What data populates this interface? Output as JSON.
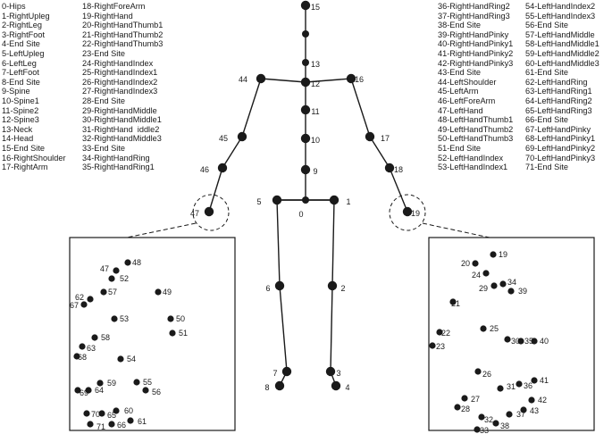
{
  "legend": {
    "col1": [
      "0-Hips",
      "1-RightUpleg",
      "2-RightLeg",
      "3-RightFoot",
      "4-End Site",
      "5-LeftUpleg",
      "6-LeftLeg",
      "7-LeftFoot",
      "8-End Site",
      "9-Spine",
      "10-Spine1",
      "11-Spine2",
      "12-Spine3",
      "13-Neck",
      "14-Head",
      "15-End Site",
      "16-RightShoulder",
      "17-RightArm"
    ],
    "col2": [
      "18-RightForeArm",
      "19-RightHand",
      "20-RightHandThumb1",
      "21-RightHandThumb2",
      "22-RightHandThumb3",
      "23-End Site",
      "24-RightHandIndex",
      "25-RightHandIndex1",
      "26-RightHandIndex2",
      "27-RightHandIndex3",
      "28-End Site",
      "29-RightHandMiddle",
      "30-RightHandMiddle1",
      "31-RightHand  iddle2",
      "32-RightHandMiddle3",
      "33-End Site",
      "34-RightHandRing",
      "35-RightHandRing1"
    ],
    "col3": [
      "36-RightHandRing2",
      "37-RightHandRing3",
      "38-End Site",
      "39-RightHandPinky",
      "40-RightHandPinky1",
      "41-RightHandPinky2",
      "42-RightHandPinky3",
      "43-End Site",
      "44-LeftShoulder",
      "45-LeftArm",
      "46-LeftForeArm",
      "47-LeftHand",
      "48-LeftHandThumb1",
      "49-LeftHandThumb2",
      "50-LeftHandThumb3",
      "51-End Site",
      "52-LeftHandIndex",
      "53-LeftHandIndex1"
    ],
    "col4": [
      "54-LeftHandIndex2",
      "55-LeftHandIndex3",
      "56-End Site",
      "57-LeftHandMiddle",
      "58-LeftHandMiddle1",
      "59-LeftHandMiddle2",
      "60-LeftHandMiddle3",
      "61-End Site",
      "62-LeftHandRing",
      "63-LeftHandRing1",
      "64-LeftHandRing2",
      "65-LeftHandRing3",
      "66-End Site",
      "67-LeftHandPinky",
      "68-LeftHandPinky1",
      "69-LeftHandPinky2",
      "70-LeftHandPinky3",
      "71-End Site"
    ]
  },
  "body_joints": [
    "0",
    "1",
    "2",
    "3",
    "4",
    "5",
    "6",
    "7",
    "8",
    "9",
    "10",
    "11",
    "12",
    "13",
    "15",
    "16",
    "17",
    "18",
    "19",
    "44",
    "45",
    "46",
    "47"
  ],
  "left_hand_joints": [
    "47",
    "48",
    "49",
    "50",
    "51",
    "52",
    "53",
    "54",
    "55",
    "56",
    "57",
    "58",
    "59",
    "60",
    "61",
    "62",
    "63",
    "64",
    "65",
    "66",
    "67",
    "68",
    "69",
    "70",
    "71"
  ],
  "right_hand_joints": [
    "19",
    "20",
    "21",
    "22",
    "23",
    "24",
    "25",
    "26",
    "27",
    "28",
    "29",
    "30",
    "31",
    "32",
    "33",
    "34",
    "35",
    "36",
    "37",
    "38",
    "39",
    "40",
    "41",
    "42",
    "43"
  ],
  "colors": {
    "ink": "#1a1a1a",
    "background": "#ffffff"
  }
}
